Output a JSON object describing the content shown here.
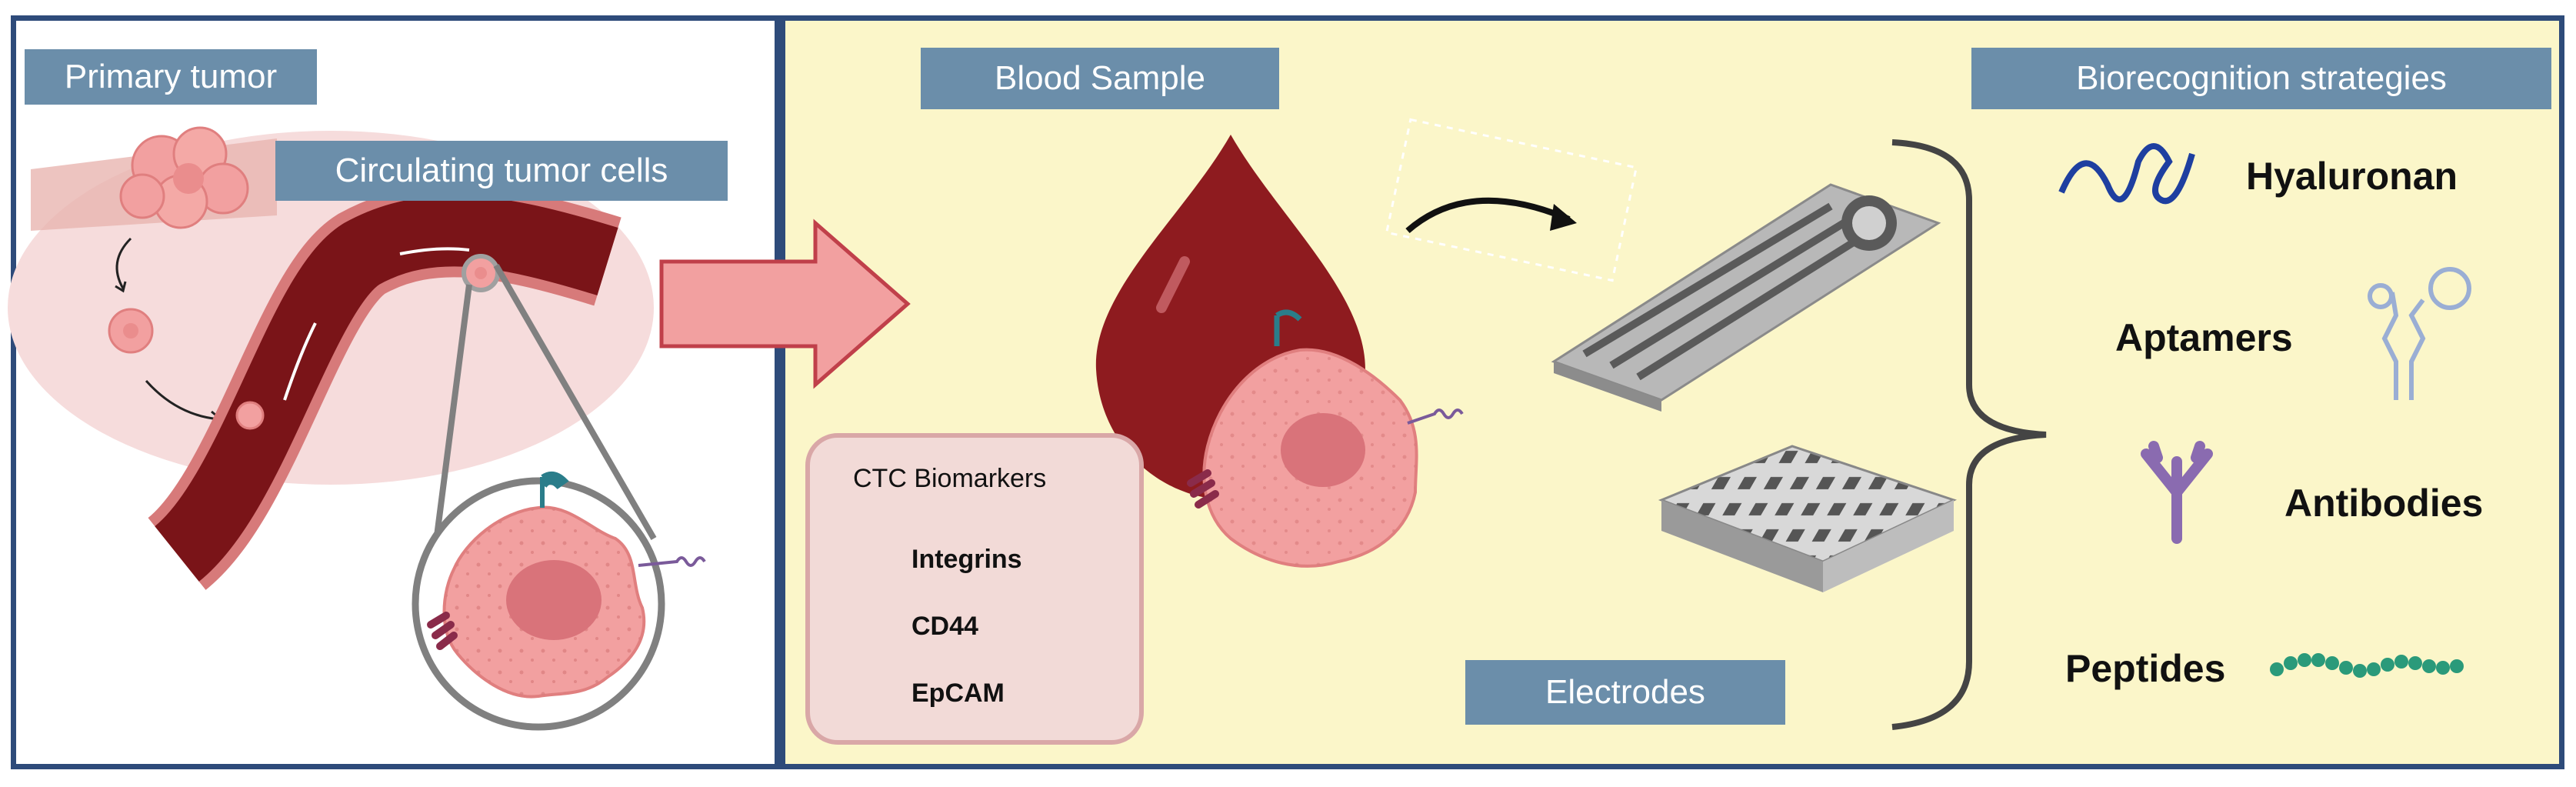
{
  "left_panel": {
    "title": "Primary tumor",
    "subtitle": "Circulating tumor cells"
  },
  "right_panel": {
    "blood_label": "Blood Sample",
    "electrodes_label": "Electrodes",
    "strategies_label": "Biorecognition strategies"
  },
  "legend": {
    "title": "CTC Biomarkers",
    "items": [
      {
        "label": "Integrins",
        "icon": "integrin-icon"
      },
      {
        "label": "CD44",
        "icon": "cd44-icon"
      },
      {
        "label": "EpCAM",
        "icon": "epcam-icon"
      }
    ]
  },
  "strategies": [
    {
      "label": "Hyaluronan",
      "icon": "hyaluronan-icon"
    },
    {
      "label": "Aptamers",
      "icon": "aptamer-icon"
    },
    {
      "label": "Antibodies",
      "icon": "antibody-icon"
    },
    {
      "label": "Peptides",
      "icon": "peptide-icon"
    }
  ],
  "colors": {
    "frame": "#2e4b7a",
    "label_box": "#6b8eaa",
    "right_background": "#fbf6c9",
    "blood": "#8e1b1f",
    "cell": "#f2a0a0",
    "arrow": "#f2a0a0"
  }
}
